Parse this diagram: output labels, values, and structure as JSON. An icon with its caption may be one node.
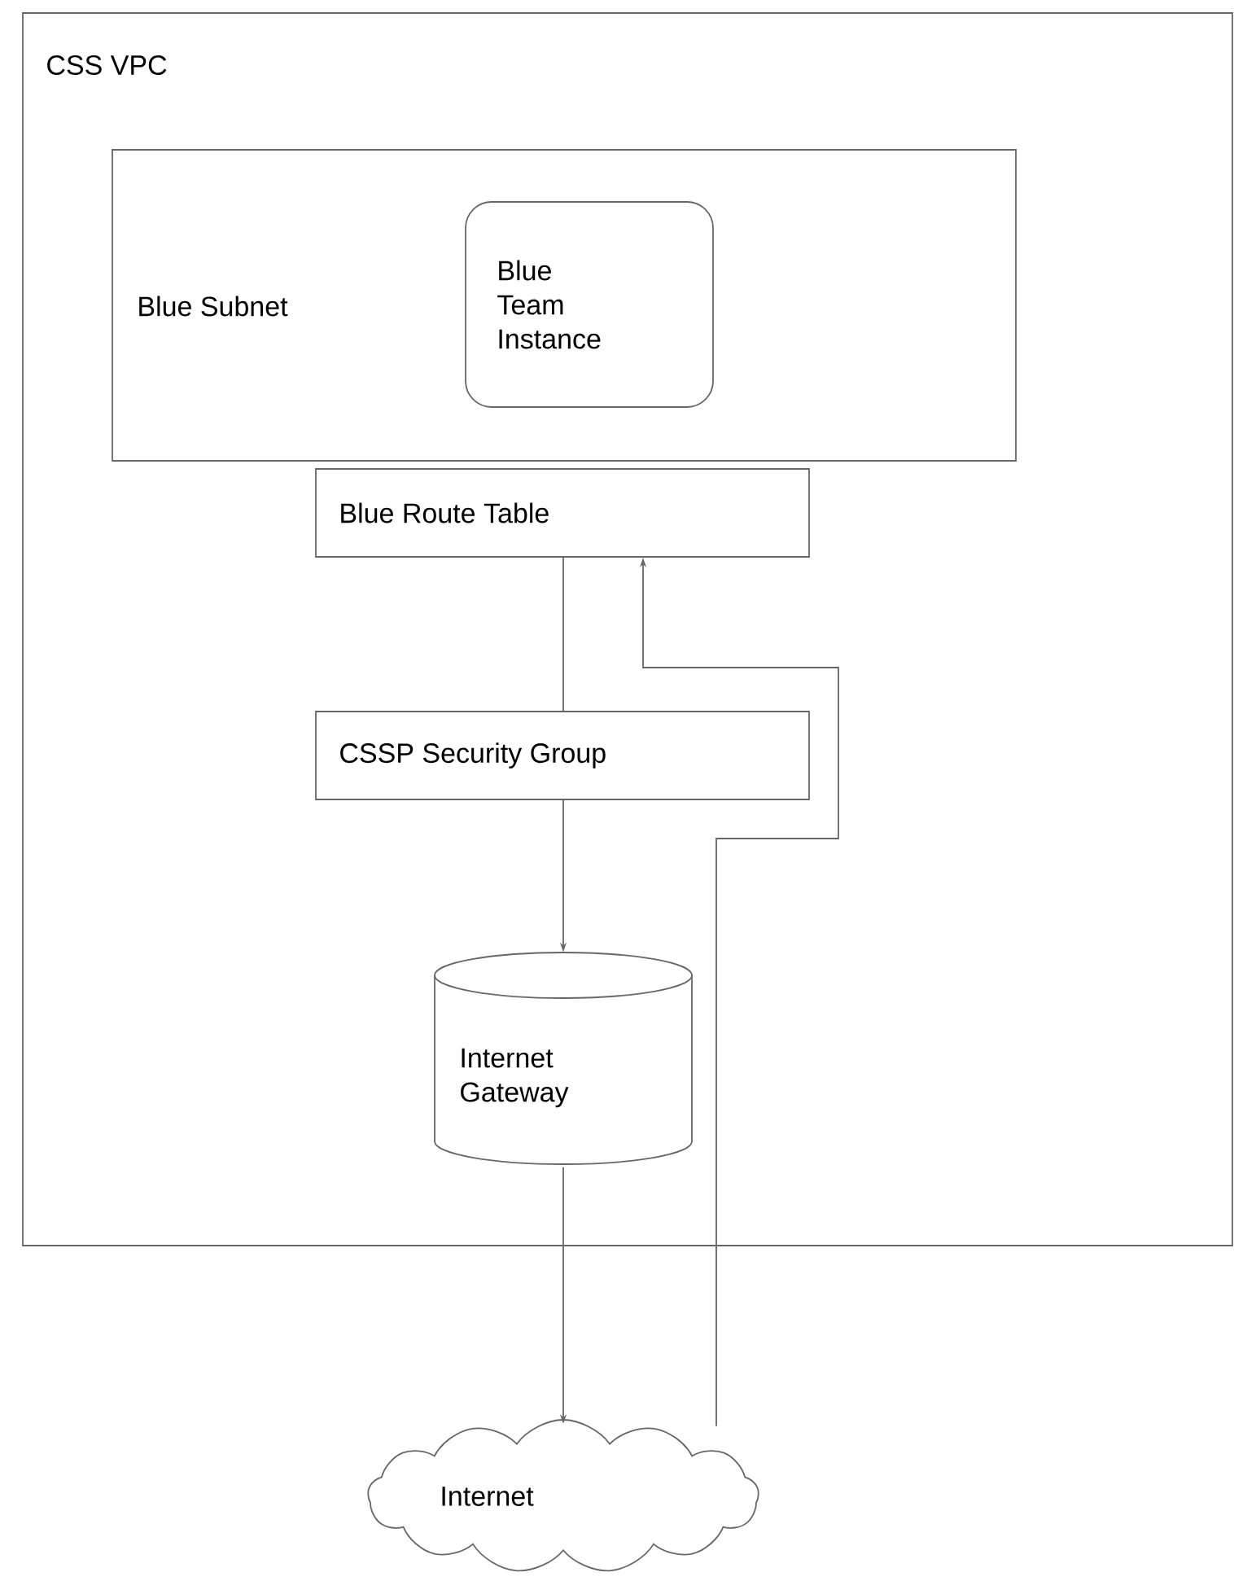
{
  "diagram": {
    "nodes": [
      {
        "text": [
          "CSS VPC"
        ]
      },
      {
        "text": [
          "Blue Subnet"
        ],
        "in": 0
      },
      {
        "text": [
          "Blue Team Instance"
        ],
        "in": 1
      },
      {
        "text": [
          "Blue Route Table"
        ],
        "in": 0
      },
      {
        "text": [
          "CSSP Security Group"
        ],
        "in": 0
      },
      {
        "text": [
          "Internet Gateway"
        ],
        "in": 0
      },
      {
        "text": [
          "Internet"
        ]
      }
    ],
    "edges": [
      {
        "from": 3,
        "to": 4,
        "arrow": "none"
      },
      {
        "from": 4,
        "to": 5,
        "arrow": "to"
      },
      {
        "from": 5,
        "to": 6,
        "arrow": "to"
      },
      {
        "from": 6,
        "to": 3,
        "arrow": "to"
      }
    ]
  }
}
